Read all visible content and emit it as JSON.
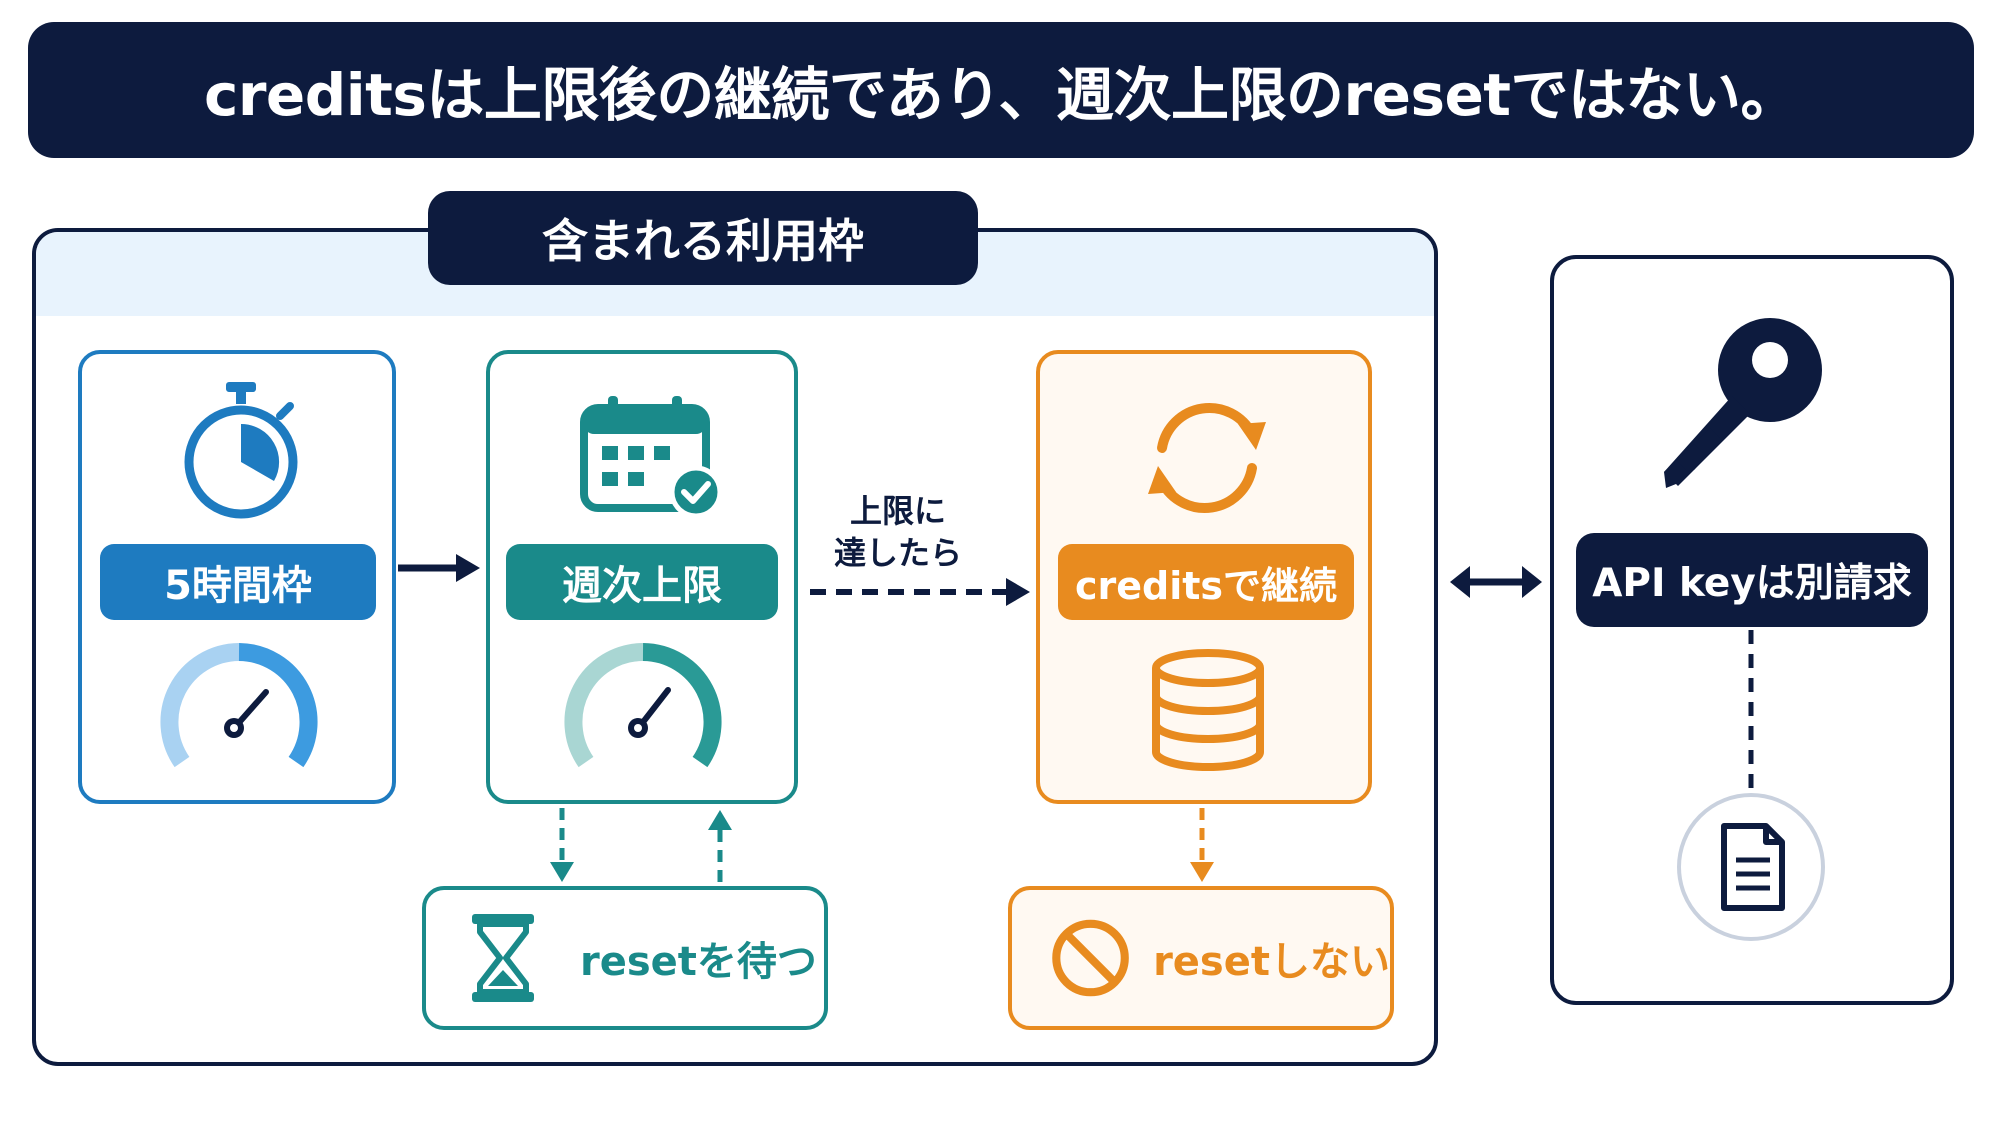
{
  "title": "creditsは上限後の継続であり、週次上限のresetではない。",
  "included": {
    "label": "含まれる利用枠"
  },
  "cards": {
    "five_hour": {
      "label": "5時間枠",
      "color": "#1e7bc0"
    },
    "weekly": {
      "label": "週次上限",
      "color": "#1a8a8a"
    },
    "credits": {
      "label": "creditsで継続",
      "color": "#e88b1f"
    }
  },
  "connector_note": {
    "line1": "上限に",
    "line2": "達したら"
  },
  "wait_box": {
    "label": "resetを待つ",
    "color": "#1a8a8a"
  },
  "no_reset_box": {
    "label": "resetしない",
    "color": "#e88b1f"
  },
  "api": {
    "label": "API keyは別請求"
  },
  "colors": {
    "navy": "#0d1b3e",
    "blue": "#1e7bc0",
    "teal": "#1a8a8a",
    "orange": "#e88b1f",
    "light_band": "#e8f3fd"
  }
}
